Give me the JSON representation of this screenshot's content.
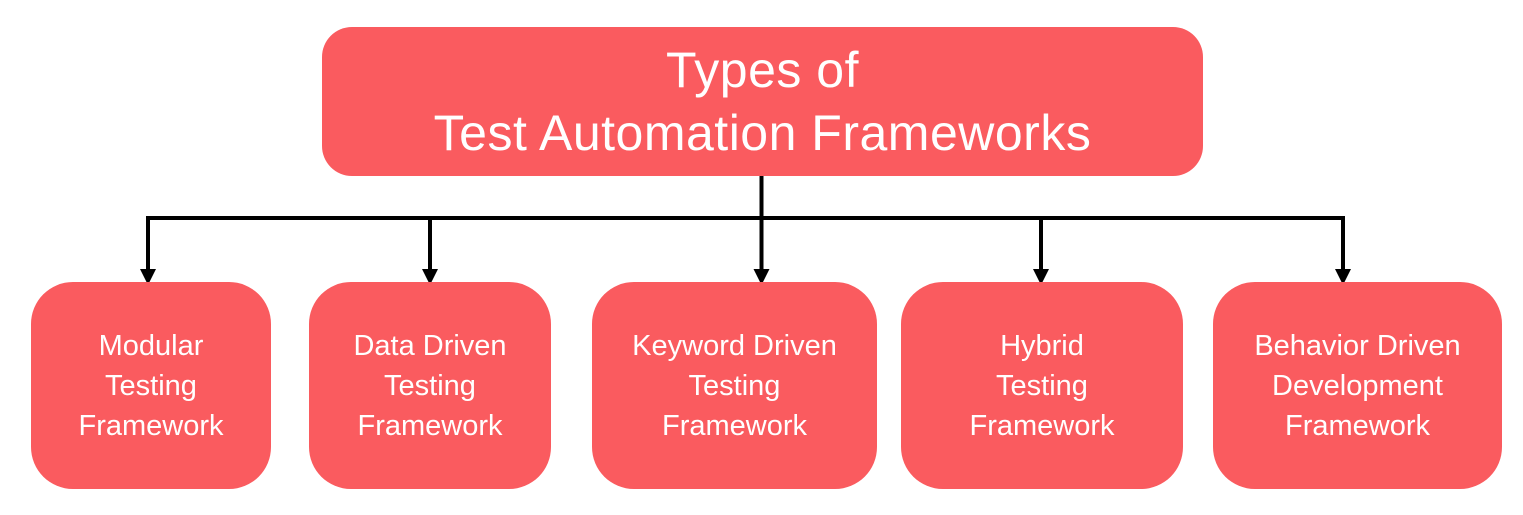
{
  "diagram": {
    "root_node": {
      "label": "Types of\nTest Automation Frameworks"
    },
    "child_nodes": [
      {
        "label": "Modular\nTesting\nFramework"
      },
      {
        "label": "Data Driven\nTesting\nFramework"
      },
      {
        "label": "Keyword Driven\nTesting\nFramework"
      },
      {
        "label": "Hybrid\nTesting\nFramework"
      },
      {
        "label": "Behavior Driven\nDevelopment\nFramework"
      }
    ],
    "colors": {
      "node_fill": "#FA5B5F",
      "node_text": "#FFFFFF",
      "connector": "#000000",
      "background": "#FFFFFF"
    }
  }
}
